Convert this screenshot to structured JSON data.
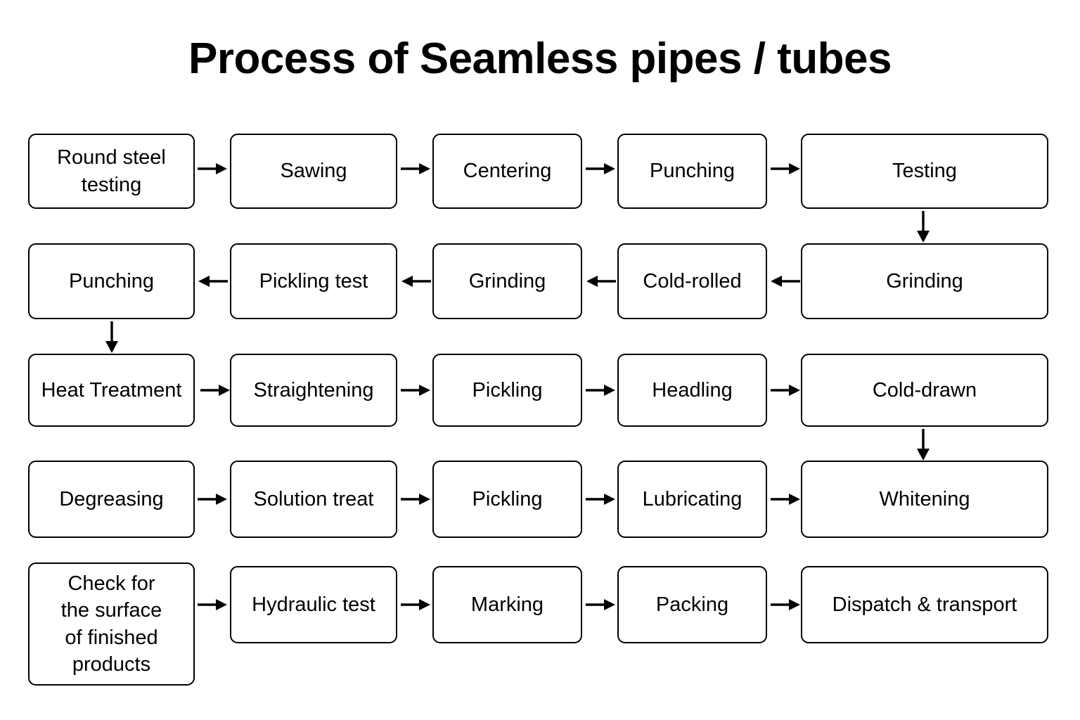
{
  "title": "Process of Seamless pipes / tubes",
  "theme": {
    "background": "#ffffff",
    "stroke": "#000000",
    "node_fill": "#ffffff",
    "text": "#000000"
  },
  "chart_data": {
    "type": "diagram",
    "diagram_kind": "process-flowchart",
    "title": "Process of Seamless pipes / tubes",
    "flow_direction": "boustrophedon (row 1 left-to-right, row 2 right-to-left, row 3 left-to-right, row 4 left-to-right, row 5 left-to-right)",
    "rows": 5,
    "columns": 5,
    "nodes": [
      {
        "id": "n1",
        "label": "Round steel\ntesting",
        "row": 1,
        "col": 1
      },
      {
        "id": "n2",
        "label": "Sawing",
        "row": 1,
        "col": 2
      },
      {
        "id": "n3",
        "label": "Centering",
        "row": 1,
        "col": 3
      },
      {
        "id": "n4",
        "label": "Punching",
        "row": 1,
        "col": 4
      },
      {
        "id": "n5",
        "label": "Testing",
        "row": 1,
        "col": 5
      },
      {
        "id": "n6",
        "label": "Grinding",
        "row": 2,
        "col": 5
      },
      {
        "id": "n7",
        "label": "Cold-rolled",
        "row": 2,
        "col": 4
      },
      {
        "id": "n8",
        "label": "Grinding",
        "row": 2,
        "col": 3
      },
      {
        "id": "n9",
        "label": "Pickling test",
        "row": 2,
        "col": 2
      },
      {
        "id": "n10",
        "label": "Punching",
        "row": 2,
        "col": 1
      },
      {
        "id": "n11",
        "label": "Heat Treatment",
        "row": 3,
        "col": 1
      },
      {
        "id": "n12",
        "label": "Straightening",
        "row": 3,
        "col": 2
      },
      {
        "id": "n13",
        "label": "Pickling",
        "row": 3,
        "col": 3
      },
      {
        "id": "n14",
        "label": "Headling",
        "row": 3,
        "col": 4
      },
      {
        "id": "n15",
        "label": "Cold-drawn",
        "row": 3,
        "col": 5
      },
      {
        "id": "n16",
        "label": "Degreasing",
        "row": 4,
        "col": 1
      },
      {
        "id": "n17",
        "label": "Solution treat",
        "row": 4,
        "col": 2
      },
      {
        "id": "n18",
        "label": "Pickling",
        "row": 4,
        "col": 3
      },
      {
        "id": "n19",
        "label": "Lubricating",
        "row": 4,
        "col": 4
      },
      {
        "id": "n20",
        "label": "Whitening",
        "row": 4,
        "col": 5
      },
      {
        "id": "n21",
        "label": "Check for\nthe surface\nof finished\nproducts",
        "row": 5,
        "col": 1
      },
      {
        "id": "n22",
        "label": "Hydraulic test",
        "row": 5,
        "col": 2
      },
      {
        "id": "n23",
        "label": "Marking",
        "row": 5,
        "col": 3
      },
      {
        "id": "n24",
        "label": "Packing",
        "row": 5,
        "col": 4
      },
      {
        "id": "n25",
        "label": "Dispatch & transport",
        "row": 5,
        "col": 5
      }
    ],
    "edges": [
      {
        "from": "n1",
        "to": "n2",
        "direction": "right"
      },
      {
        "from": "n2",
        "to": "n3",
        "direction": "right"
      },
      {
        "from": "n3",
        "to": "n4",
        "direction": "right"
      },
      {
        "from": "n4",
        "to": "n5",
        "direction": "right"
      },
      {
        "from": "n5",
        "to": "n6",
        "direction": "down"
      },
      {
        "from": "n6",
        "to": "n7",
        "direction": "left"
      },
      {
        "from": "n7",
        "to": "n8",
        "direction": "left"
      },
      {
        "from": "n8",
        "to": "n9",
        "direction": "left"
      },
      {
        "from": "n9",
        "to": "n10",
        "direction": "left"
      },
      {
        "from": "n10",
        "to": "n11",
        "direction": "down"
      },
      {
        "from": "n11",
        "to": "n12",
        "direction": "right"
      },
      {
        "from": "n12",
        "to": "n13",
        "direction": "right"
      },
      {
        "from": "n13",
        "to": "n14",
        "direction": "right"
      },
      {
        "from": "n14",
        "to": "n15",
        "direction": "right"
      },
      {
        "from": "n15",
        "to": "n20",
        "direction": "down"
      },
      {
        "from": "n16",
        "to": "n17",
        "direction": "right"
      },
      {
        "from": "n17",
        "to": "n18",
        "direction": "right"
      },
      {
        "from": "n18",
        "to": "n19",
        "direction": "right"
      },
      {
        "from": "n19",
        "to": "n20",
        "direction": "right"
      },
      {
        "from": "n21",
        "to": "n22",
        "direction": "right"
      },
      {
        "from": "n22",
        "to": "n23",
        "direction": "right"
      },
      {
        "from": "n23",
        "to": "n24",
        "direction": "right"
      },
      {
        "from": "n24",
        "to": "n25",
        "direction": "right"
      }
    ]
  },
  "nodes": {
    "n1": "Round steel\ntesting",
    "n2": "Sawing",
    "n3": "Centering",
    "n4": "Punching",
    "n5": "Testing",
    "n6": "Grinding",
    "n7": "Cold-rolled",
    "n8": "Grinding",
    "n9": "Pickling test",
    "n10": "Punching",
    "n11": "Heat Treatment",
    "n12": "Straightening",
    "n13": "Pickling",
    "n14": "Headling",
    "n15": "Cold-drawn",
    "n16": "Degreasing",
    "n17": "Solution treat",
    "n18": "Pickling",
    "n19": "Lubricating",
    "n20": "Whitening",
    "n21": "Check for\nthe surface\nof finished\nproducts",
    "n22": "Hydraulic test",
    "n23": "Marking",
    "n24": "Packing",
    "n25": "Dispatch & transport"
  }
}
